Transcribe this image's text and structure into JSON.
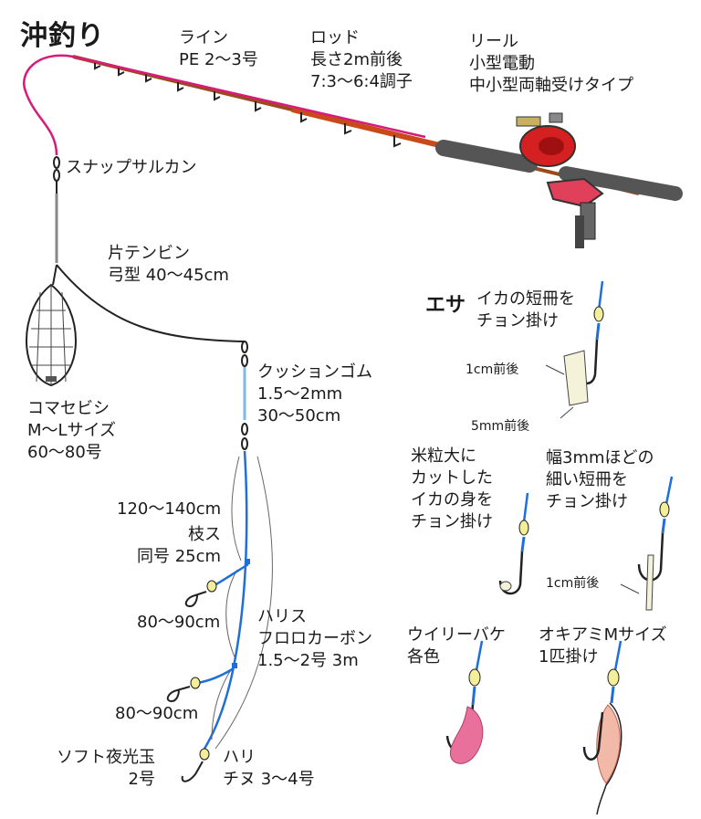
{
  "title": "沖釣り",
  "bait_title": "エサ",
  "labels": {
    "line": [
      "ライン",
      "PE 2～3号"
    ],
    "rod": [
      "ロッド",
      "長さ2m前後",
      "7:3～6:4調子"
    ],
    "reel": [
      "リール",
      "小型電動",
      "中小型両軸受けタイプ"
    ],
    "snap": "スナップサルカン",
    "tenbin": [
      "片テンビン",
      "弓型 40～45cm"
    ],
    "cushion": [
      "クッションゴム",
      "1.5～2mm",
      "30～50cm"
    ],
    "sinker": [
      "コマセビシ",
      "M～Lサイズ",
      "60～80号"
    ],
    "edasu_len": "120～140cm",
    "edasu": [
      "枝ス",
      "同号 25cm"
    ],
    "gap1": "80～90cm",
    "harisu": [
      "ハリス",
      "フロロカーボン",
      "1.5～2号 3m"
    ],
    "gap2": "80～90cm",
    "bead": [
      "ソフト夜光玉",
      "2号"
    ],
    "hook": [
      "ハリ",
      "チヌ 3～4号"
    ]
  },
  "bait": {
    "squid_strip": [
      "イカの短冊を",
      "チョン掛け"
    ],
    "len_1cm": "1cm前後",
    "len_5mm": "5mm前後",
    "rice": [
      "米粒大に",
      "カットした",
      "イカの身を",
      "チョン掛け"
    ],
    "thin_strip": [
      "幅3mmほどの",
      "細い短冊を",
      "チョン掛け"
    ],
    "len_1cm_b": "1cm前後",
    "woolly": [
      "ウイリーバケ",
      "各色"
    ],
    "krill": [
      "オキアミMサイズ",
      "1匹掛け"
    ]
  },
  "colors": {
    "line": "#d81b7a",
    "harisu": "#1e6fd9",
    "cushion": "#7fb8e8",
    "reel": "#d42020",
    "bead": "#f3ee9a",
    "woolly": "#e8709a",
    "rod_wrap": "#c84a1a"
  }
}
